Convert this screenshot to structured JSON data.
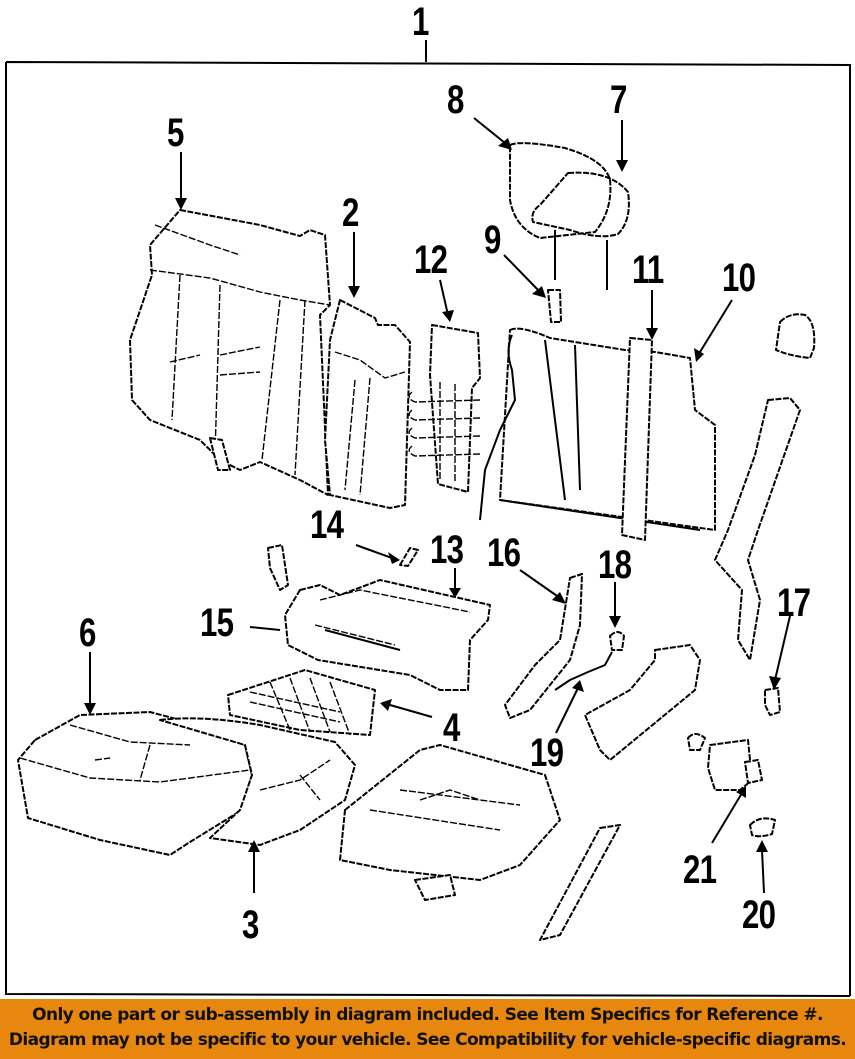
{
  "diagram": {
    "title_callout": "1",
    "subject": "Front seat assembly exploded parts diagram",
    "callouts": [
      {
        "number": "1",
        "part": "seat-assembly"
      },
      {
        "number": "2",
        "part": "seat-back-cushion"
      },
      {
        "number": "3",
        "part": "seat-cushion-pad"
      },
      {
        "number": "4",
        "part": "seat-cushion-spring"
      },
      {
        "number": "5",
        "part": "seat-back-cover"
      },
      {
        "number": "6",
        "part": "seat-cushion-cover"
      },
      {
        "number": "7",
        "part": "headrest"
      },
      {
        "number": "8",
        "part": "headrest-cover"
      },
      {
        "number": "9",
        "part": "headrest-guide"
      },
      {
        "number": "10",
        "part": "seat-back-frame"
      },
      {
        "number": "11",
        "part": "seat-back-frame-bar"
      },
      {
        "number": "12",
        "part": "lumbar-support"
      },
      {
        "number": "13",
        "part": "cushion-frame"
      },
      {
        "number": "14",
        "part": "pin"
      },
      {
        "number": "15",
        "part": "cushion-frame-side"
      },
      {
        "number": "16",
        "part": "recliner"
      },
      {
        "number": "17",
        "part": "knob"
      },
      {
        "number": "18",
        "part": "bushing"
      },
      {
        "number": "19",
        "part": "cable"
      },
      {
        "number": "20",
        "part": "cover"
      },
      {
        "number": "21",
        "part": "bracket"
      }
    ]
  },
  "banner": {
    "line1": "Only one part or sub-assembly in diagram included. See Item Specifics for Reference #.",
    "line2": "Diagram may not be specific to your vehicle. See Compatibility for vehicle-specific diagrams.",
    "background_color": "#e8870e",
    "text_color": "#111111"
  }
}
